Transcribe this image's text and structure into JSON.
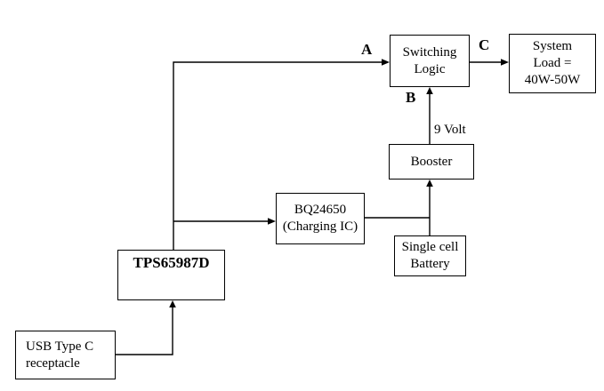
{
  "boxes": {
    "switching_logic": "Switching\nLogic",
    "system_load": "System\nLoad =\n40W-50W",
    "booster": "Booster",
    "bq24650": "BQ24650\n(Charging IC)",
    "battery": "Single cell\nBattery",
    "tps": "TPS65987D",
    "usb": "USB Type C\nreceptacle"
  },
  "labels": {
    "a": "A",
    "b": "B",
    "c": "C",
    "voltage": "9 Volt"
  },
  "colors": {
    "line": "#000000",
    "box_border": "#000000",
    "text": "#000000",
    "background": "#ffffff"
  }
}
